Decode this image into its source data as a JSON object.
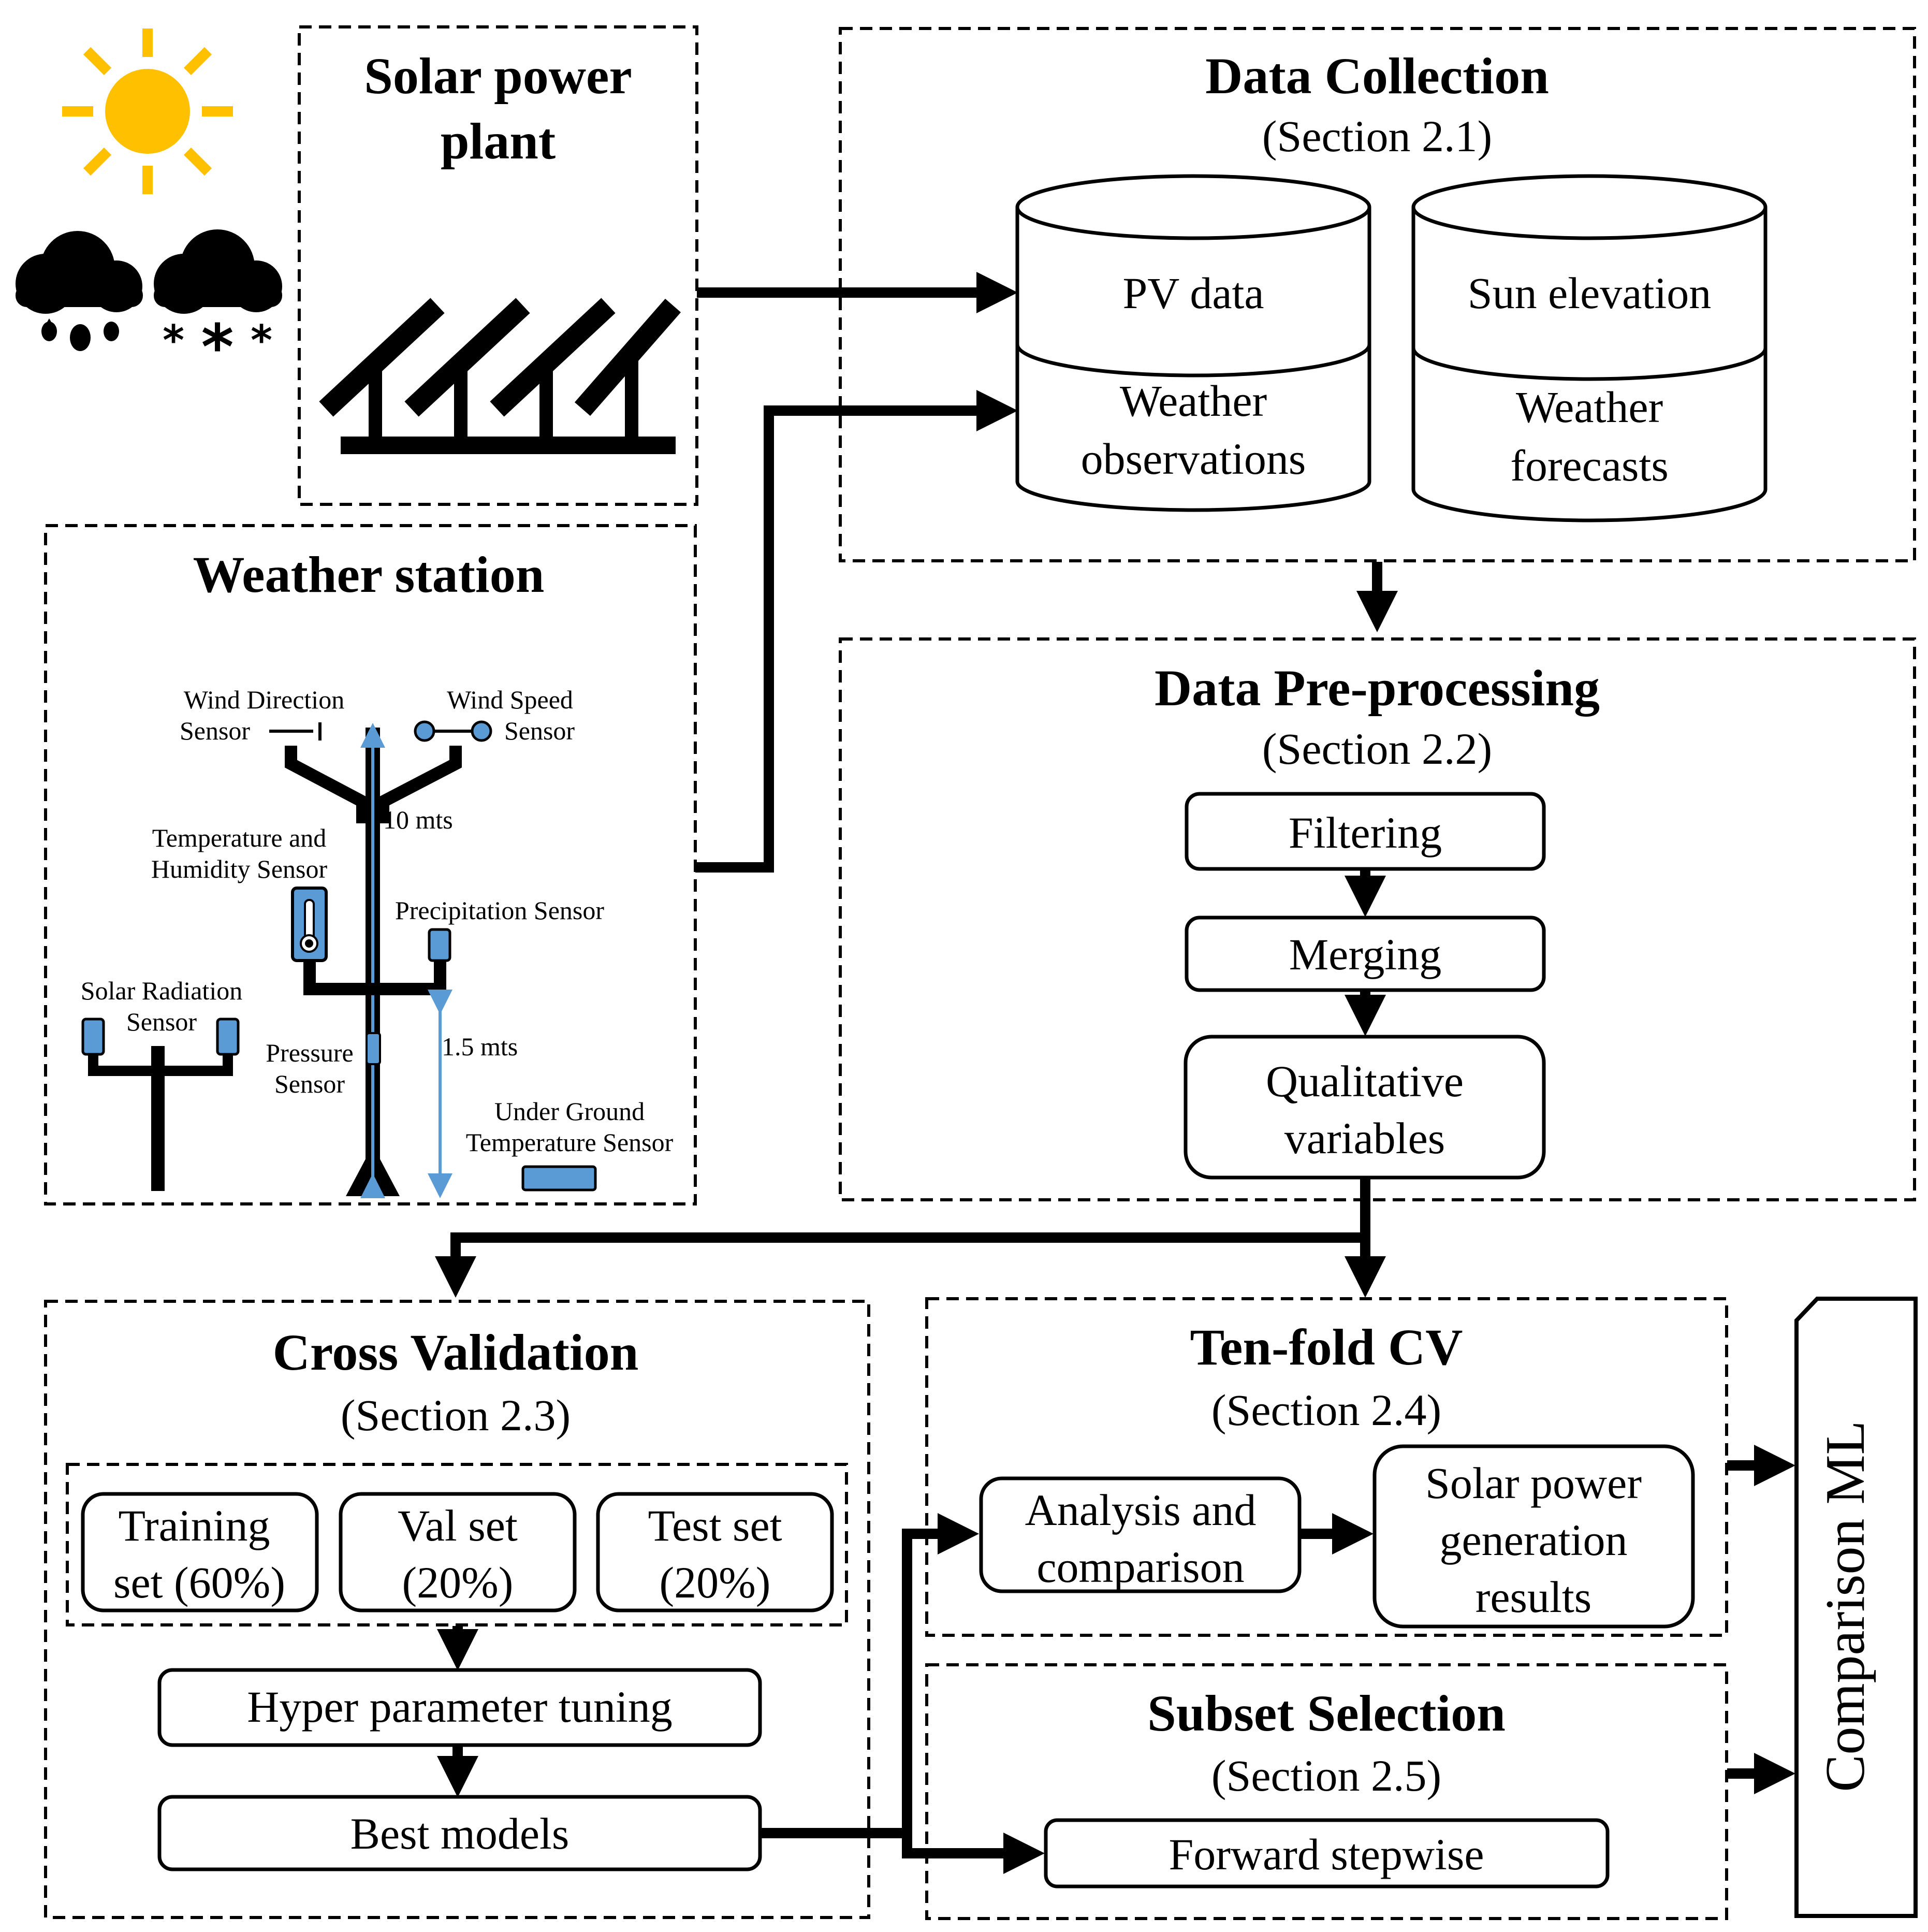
{
  "solar_plant": {
    "title_line1": "Solar power",
    "title_line2": "plant"
  },
  "weather_station": {
    "title": "Weather station",
    "wind_direction_1": "Wind Direction",
    "wind_direction_2": "Sensor",
    "wind_speed_1": "Wind Speed",
    "wind_speed_2": "Sensor",
    "height_10": "10 mts",
    "temp_1": "Temperature and",
    "temp_2": "Humidity Sensor",
    "precip": "Precipitation Sensor",
    "solar_rad_1": "Solar Radiation",
    "solar_rad_2": "Sensor",
    "pressure_1": "Pressure",
    "pressure_2": "Sensor",
    "height_15": "1.5 mts",
    "underground_1": "Under Ground",
    "underground_2": "Temperature Sensor"
  },
  "data_collection": {
    "title": "Data Collection",
    "section": "(Section 2.1)",
    "db1_top": "PV data",
    "db1_bottom_1": "Weather",
    "db1_bottom_2": "observations",
    "db2_top": "Sun elevation",
    "db2_bottom_1": "Weather",
    "db2_bottom_2": "forecasts"
  },
  "preprocessing": {
    "title": "Data Pre-processing",
    "section": "(Section 2.2)",
    "step1": "Filtering",
    "step2": "Merging",
    "step3_1": "Qualitative",
    "step3_2": "variables"
  },
  "cross_validation": {
    "title": "Cross Validation",
    "section": "(Section 2.3)",
    "train_1": "Training",
    "train_2": "set (60%)",
    "val_1": "Val set",
    "val_2": "(20%)",
    "test_1": "Test set",
    "test_2": "(20%)",
    "tuning": "Hyper parameter tuning",
    "best": "Best models"
  },
  "tenfold": {
    "title": "Ten-fold CV",
    "section": "(Section 2.4)",
    "analysis_1": "Analysis and",
    "analysis_2": "comparison",
    "results_1": "Solar power",
    "results_2": "generation",
    "results_3": "results"
  },
  "subset": {
    "title": "Subset Selection",
    "section": "(Section 2.5)",
    "method": "Forward stepwise"
  },
  "comparison": {
    "label": "Comparison ML"
  },
  "colors": {
    "sun": "#FFC000",
    "sensor_fill": "#5B9BD5",
    "sensor_line": "#5B9BD5",
    "ink": "#000000"
  },
  "icons": [
    "sun-icon",
    "rain-cloud-icon",
    "snow-cloud-icon",
    "solar-panels-icon",
    "database-icon",
    "thermometer-icon"
  ]
}
